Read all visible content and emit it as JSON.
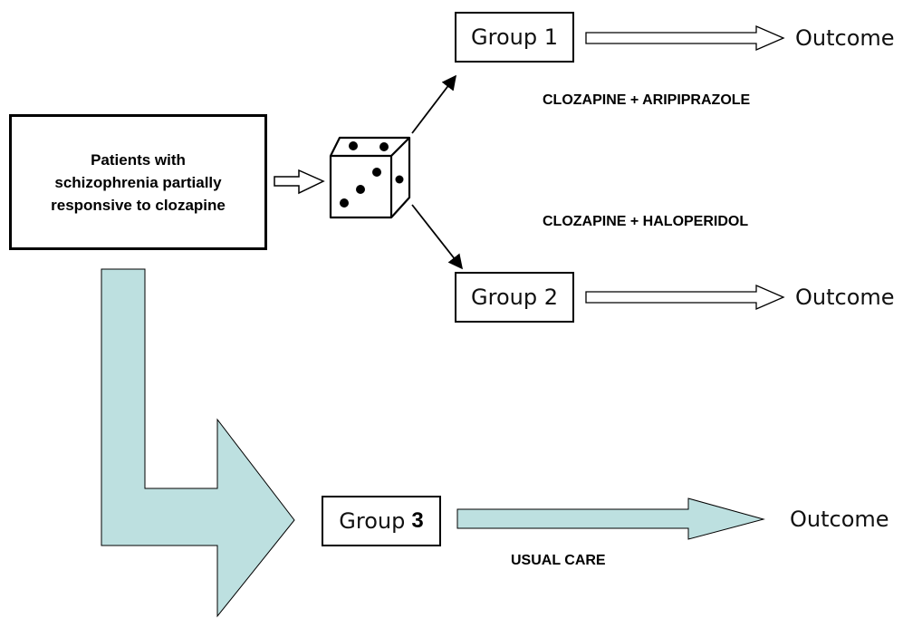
{
  "source": {
    "line1": "Patients with",
    "line2": "schizophrenia partially",
    "line3": "responsive to clozapine"
  },
  "group1": {
    "label": "Group 1",
    "arm": "CLOZAPINE + ARIPIPRAZOLE",
    "outcome": "Outcome"
  },
  "group2": {
    "label": "Group 2",
    "arm": "CLOZAPINE + HALOPERIDOL",
    "outcome": "Outcome"
  },
  "group3": {
    "label": "Group",
    "number": "3",
    "arm": "USUAL CARE",
    "outcome": "Outcome"
  },
  "icons": {
    "randomization": "dice-icon"
  },
  "colors": {
    "usual_care_arrow": "#bde0e0",
    "stroke": "#000000",
    "background": "#ffffff"
  }
}
